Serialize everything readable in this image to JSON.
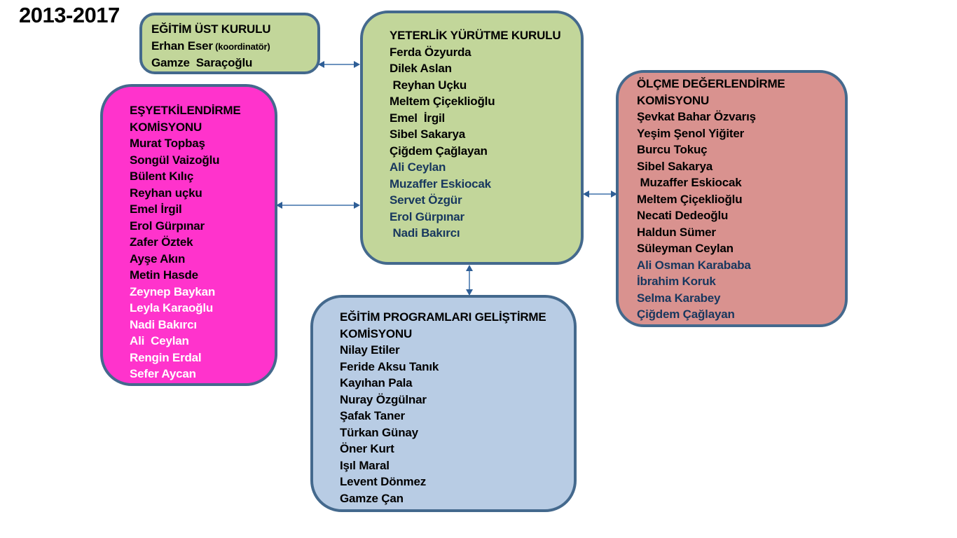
{
  "title": "2013-2017",
  "colors": {
    "black": "#000000",
    "white": "#FFFFFF",
    "navy": "#17375E",
    "box_border": "#44698D",
    "arrow": "#2E5E96",
    "green_fill": "#C2D69A",
    "pink_fill": "#FF33CC",
    "salmon_fill": "#D9928F",
    "blue_fill": "#B8CCE4"
  },
  "boxes": {
    "egitim_ust": {
      "title": "EĞİTİM ÜST KURULU",
      "members": [
        {
          "text": "Erhan Eser",
          "small": "(koordinatör)",
          "color": "black"
        },
        {
          "text": "Gamze  Saraçoğlu",
          "color": "black"
        }
      ]
    },
    "yeterlik": {
      "title": "YETERLİK YÜRÜTME KURULU",
      "members": [
        {
          "text": "Ferda Özyurda",
          "color": "black"
        },
        {
          "text": "Dilek Aslan",
          "color": "black"
        },
        {
          "text": " Reyhan Uçku",
          "color": "black"
        },
        {
          "text": "Meltem Çiçeklioğlu",
          "color": "black"
        },
        {
          "text": "Emel  İrgil",
          "color": "black"
        },
        {
          "text": "Sibel Sakarya",
          "color": "black"
        },
        {
          "text": "Çiğdem Çağlayan",
          "color": "black"
        },
        {
          "text": "Ali Ceylan",
          "color": "navy"
        },
        {
          "text": "Muzaffer Eskiocak",
          "color": "navy"
        },
        {
          "text": "Servet Özgür",
          "color": "navy"
        },
        {
          "text": "Erol Gürpınar",
          "color": "navy"
        },
        {
          "text": " Nadi Bakırcı",
          "color": "navy"
        }
      ]
    },
    "esyetkilendirme": {
      "title": "EŞYETKİLENDİRME\nKOMİSYONU",
      "members": [
        {
          "text": "Murat Topbaş",
          "color": "black"
        },
        {
          "text": "Songül Vaizoğlu",
          "color": "black"
        },
        {
          "text": "Bülent Kılıç",
          "color": "black"
        },
        {
          "text": "Reyhan uçku",
          "color": "black"
        },
        {
          "text": "Emel İrgil",
          "color": "black"
        },
        {
          "text": "Erol Gürpınar",
          "color": "black"
        },
        {
          "text": "Zafer Öztek",
          "color": "black"
        },
        {
          "text": "Ayşe Akın",
          "color": "black"
        },
        {
          "text": "Metin Hasde",
          "color": "black"
        },
        {
          "text": "Zeynep Baykan",
          "color": "white"
        },
        {
          "text": "Leyla Karaoğlu",
          "color": "white"
        },
        {
          "text": "Nadi Bakırcı",
          "color": "white"
        },
        {
          "text": "Ali  Ceylan",
          "color": "white"
        },
        {
          "text": "Rengin Erdal",
          "color": "white"
        },
        {
          "text": "Sefer Aycan",
          "color": "white"
        }
      ]
    },
    "olcme": {
      "title": "ÖLÇME DEĞERLENDİRME\nKOMİSYONU",
      "members": [
        {
          "text": "Şevkat Bahar Özvarış",
          "color": "black"
        },
        {
          "text": "Yeşim Şenol Yiğiter",
          "color": "black"
        },
        {
          "text": "Burcu Tokuç",
          "color": "black"
        },
        {
          "text": "Sibel Sakarya",
          "color": "black"
        },
        {
          "text": " Muzaffer Eskiocak",
          "color": "black"
        },
        {
          "text": "Meltem Çiçeklioğlu",
          "color": "black"
        },
        {
          "text": "Necati Dedeoğlu",
          "color": "black"
        },
        {
          "text": "Haldun Sümer",
          "color": "black"
        },
        {
          "text": "Süleyman Ceylan",
          "color": "black"
        },
        {
          "text": "Ali Osman Karababa",
          "color": "navy"
        },
        {
          "text": "İbrahim Koruk",
          "color": "navy"
        },
        {
          "text": "Selma Karabey",
          "color": "navy"
        },
        {
          "text": "Çiğdem Çağlayan",
          "color": "navy"
        }
      ]
    },
    "egitim_prog": {
      "title": "EĞİTİM PROGRAMLARI GELİŞTİRME\nKOMİSYONU",
      "members": [
        {
          "text": "Nilay Etiler",
          "color": "black"
        },
        {
          "text": "Feride Aksu Tanık",
          "color": "black"
        },
        {
          "text": "Kayıhan Pala",
          "color": "black"
        },
        {
          "text": "Nuray Özgülnar",
          "color": "black"
        },
        {
          "text": "Şafak Taner",
          "color": "black"
        },
        {
          "text": "Türkan Günay",
          "color": "black"
        },
        {
          "text": "Öner Kurt",
          "color": "black"
        },
        {
          "text": "Işıl Maral",
          "color": "black"
        },
        {
          "text": "Levent Dönmez",
          "color": "black"
        },
        {
          "text": "Gamze Çan",
          "color": "black"
        }
      ]
    }
  }
}
